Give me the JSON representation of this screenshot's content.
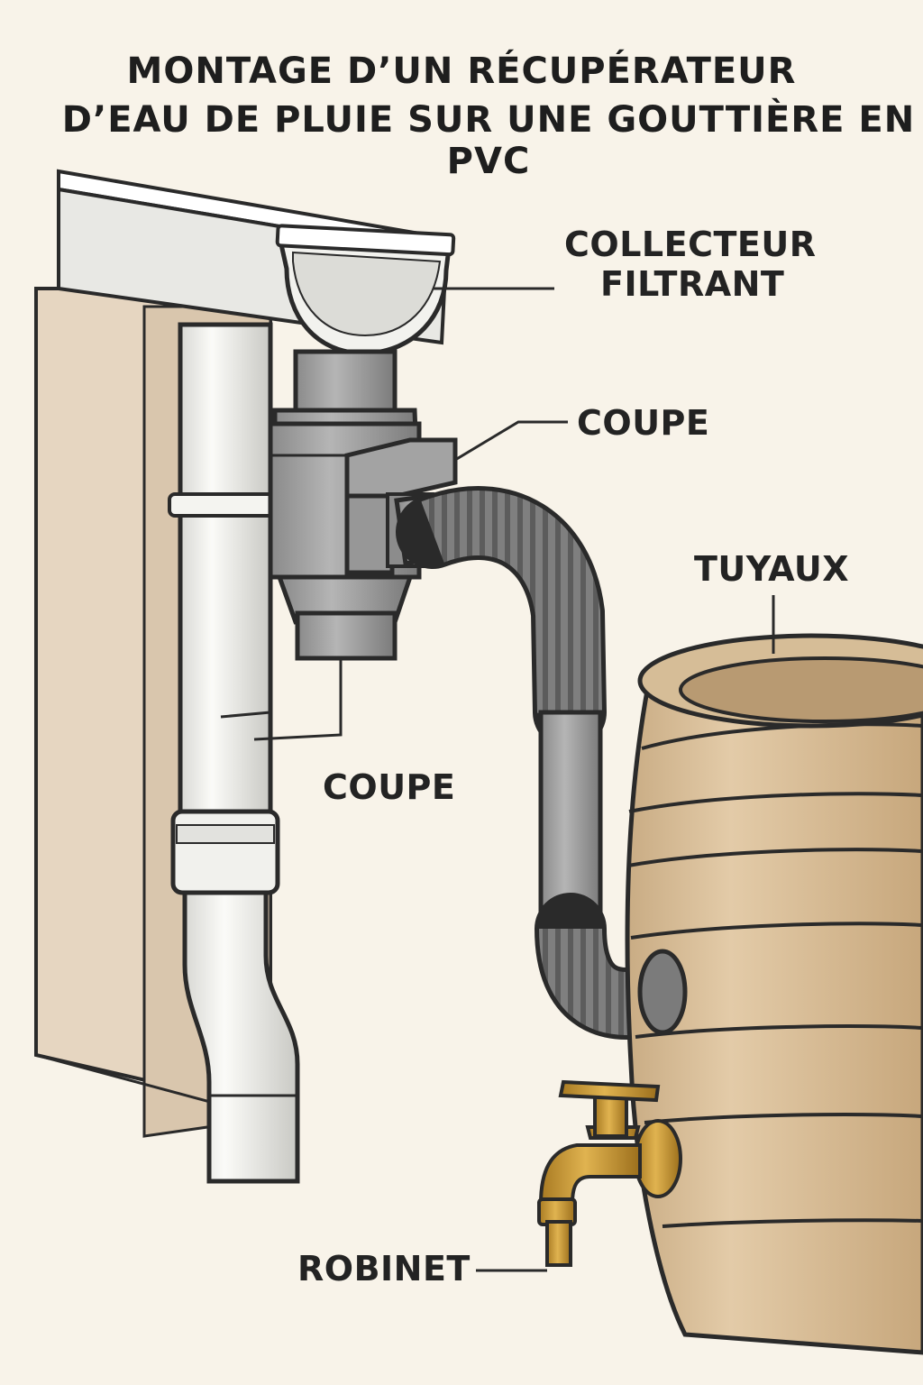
{
  "title": {
    "line1": "MONTAGE D’UN RÉCUPÉRATEUR",
    "line2": "D’EAU DE PLUIE SUR UNE GOUTTIÈRE EN PVC"
  },
  "labels": {
    "collecteur_line1": "COLLECTEUR",
    "collecteur_line2": "FILTRANT",
    "coupe_top": "COUPE",
    "tuyaux": "TUYAUX",
    "coupe_bottom": "COUPE",
    "robinet": "ROBINET"
  },
  "colors": {
    "background": "#f8f3e9",
    "wall": "#e7d8c4",
    "pvc_white": "#eeeeea",
    "collector_grey": "#9a9a9a",
    "hose_grey": "#7d7d7d",
    "barrel": "#d9bf9b",
    "brass": "#c9962e"
  }
}
